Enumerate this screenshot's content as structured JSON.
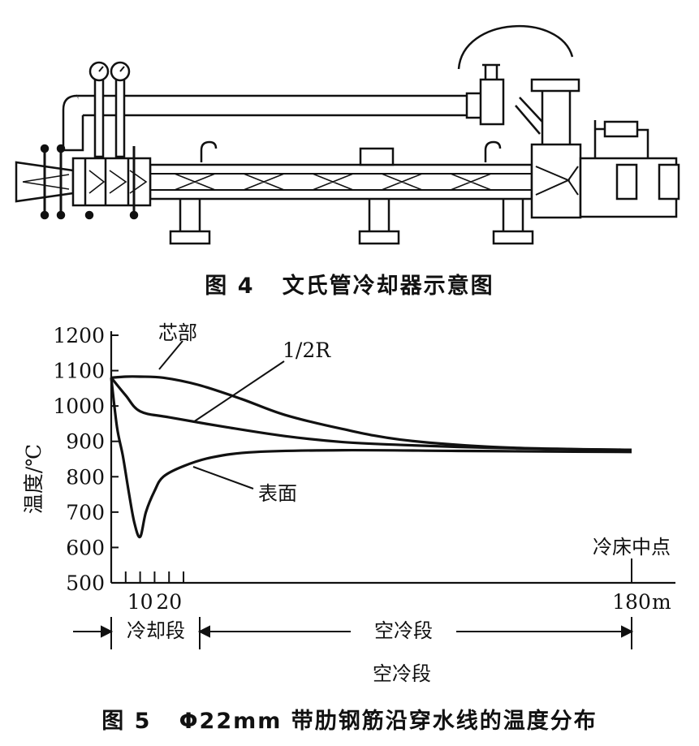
{
  "figure4": {
    "caption_num": "图 4",
    "caption_text": "文氏管冷却器示意图"
  },
  "figure5": {
    "caption_num": "图 5",
    "caption_text": "Φ22mm 带肋钢筋沿穿水线的温度分布"
  },
  "chart_data": {
    "type": "line",
    "ylabel": "温度/℃",
    "ylim": [
      500,
      1200
    ],
    "yticks": [
      1200,
      1100,
      1000,
      900,
      800,
      700,
      600,
      500
    ],
    "xlim": [
      0,
      180
    ],
    "xtick_labels": [
      {
        "x": 10,
        "label": "10"
      },
      {
        "x": 20,
        "label": "20"
      },
      {
        "x": 180,
        "label": "180"
      }
    ],
    "x_minor_ticks": [
      0,
      5,
      10,
      15,
      20,
      25
    ],
    "x_unit": "m",
    "series": [
      {
        "name": "芯部",
        "points": [
          [
            0,
            1080
          ],
          [
            5,
            1083
          ],
          [
            10,
            1083
          ],
          [
            18,
            1080
          ],
          [
            30,
            1060
          ],
          [
            45,
            1020
          ],
          [
            60,
            975
          ],
          [
            80,
            935
          ],
          [
            100,
            905
          ],
          [
            130,
            885
          ],
          [
            160,
            878
          ],
          [
            180,
            876
          ]
        ]
      },
      {
        "name": "1/2R",
        "points": [
          [
            0,
            1080
          ],
          [
            5,
            1030
          ],
          [
            10,
            985
          ],
          [
            20,
            968
          ],
          [
            40,
            940
          ],
          [
            60,
            915
          ],
          [
            80,
            898
          ],
          [
            100,
            890
          ],
          [
            130,
            882
          ],
          [
            160,
            878
          ],
          [
            180,
            876
          ]
        ]
      },
      {
        "name": "表面",
        "points": [
          [
            0,
            1080
          ],
          [
            2,
            940
          ],
          [
            4,
            860
          ],
          [
            6,
            760
          ],
          [
            8,
            670
          ],
          [
            10,
            630
          ],
          [
            12,
            700
          ],
          [
            15,
            760
          ],
          [
            18,
            800
          ],
          [
            25,
            830
          ],
          [
            35,
            855
          ],
          [
            50,
            870
          ],
          [
            80,
            875
          ],
          [
            120,
            873
          ],
          [
            160,
            871
          ],
          [
            180,
            870
          ]
        ]
      }
    ],
    "annotations": {
      "cold_bed_mid": "冷床中点",
      "cooling_section": "冷却段",
      "air_section": "空冷段",
      "air_section_below": "空冷段"
    }
  }
}
